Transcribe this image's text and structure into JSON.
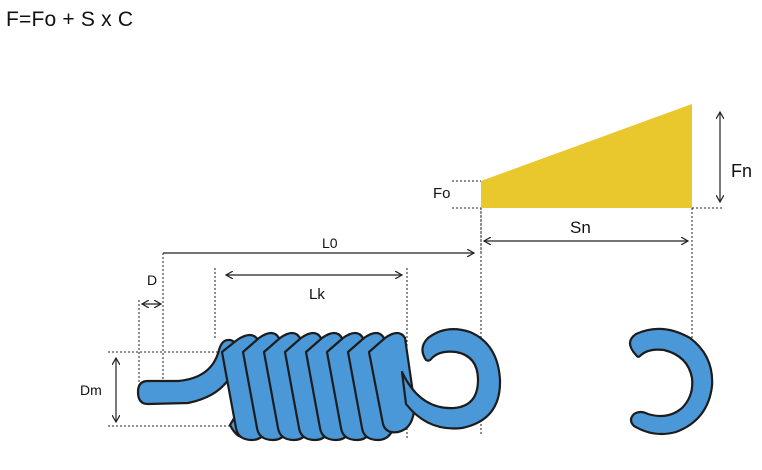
{
  "formula": "F=Fo + S x C",
  "labels": {
    "fo": "Fo",
    "fn": "Fn",
    "sn": "Sn",
    "l0": "L0",
    "lk": "Lk",
    "d": "D",
    "dm": "Dm"
  },
  "colors": {
    "spring": "#4a98d8",
    "spring_outline": "#1c1c1c",
    "force_wedge": "#e8c82c",
    "lines": "#222222"
  },
  "icons": {
    "arrows": "double-headed-arrow"
  }
}
